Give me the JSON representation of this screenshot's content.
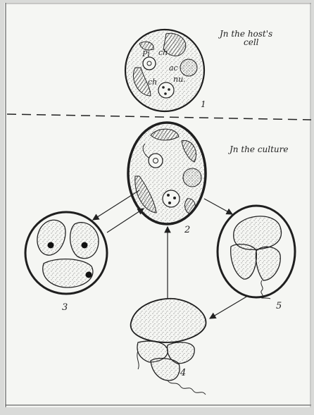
{
  "labels": {
    "host_caption_line1": "Jn the host's",
    "host_caption_line2": "cell",
    "culture_caption": "Jn the culture",
    "organelle_pi": "Pi",
    "organelle_ch_top": "ch",
    "organelle_ac": "ac",
    "organelle_ch_bottom": "ch",
    "organelle_nu": "nu.",
    "figure_1": "1",
    "figure_2": "2",
    "figure_3": "3",
    "figure_4": "4",
    "figure_5": "5"
  },
  "colors": {
    "background": "#d9dad8",
    "paper": "#f5f6f3",
    "ink": "#1f1f1f",
    "stipple": "#555555"
  }
}
